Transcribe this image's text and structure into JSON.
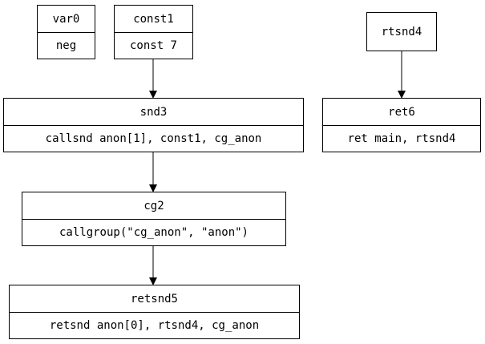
{
  "nodes": {
    "var0": {
      "title": "var0",
      "body": "neg"
    },
    "const1": {
      "title": "const1",
      "body": "const 7"
    },
    "snd3": {
      "title": "snd3",
      "body": "callsnd anon[1], const1, cg_anon"
    },
    "cg2": {
      "title": "cg2",
      "body": "callgroup(\"cg_anon\", \"anon\")"
    },
    "retsnd5": {
      "title": "retsnd5",
      "body": "retsnd anon[0], rtsnd4, cg_anon"
    },
    "rtsnd4": {
      "title": "rtsnd4"
    },
    "ret6": {
      "title": "ret6",
      "body": "ret main, rtsnd4"
    }
  },
  "edges": [
    {
      "from": "const1",
      "to": "snd3"
    },
    {
      "from": "snd3",
      "to": "cg2"
    },
    {
      "from": "cg2",
      "to": "retsnd5"
    },
    {
      "from": "rtsnd4",
      "to": "ret6"
    }
  ]
}
